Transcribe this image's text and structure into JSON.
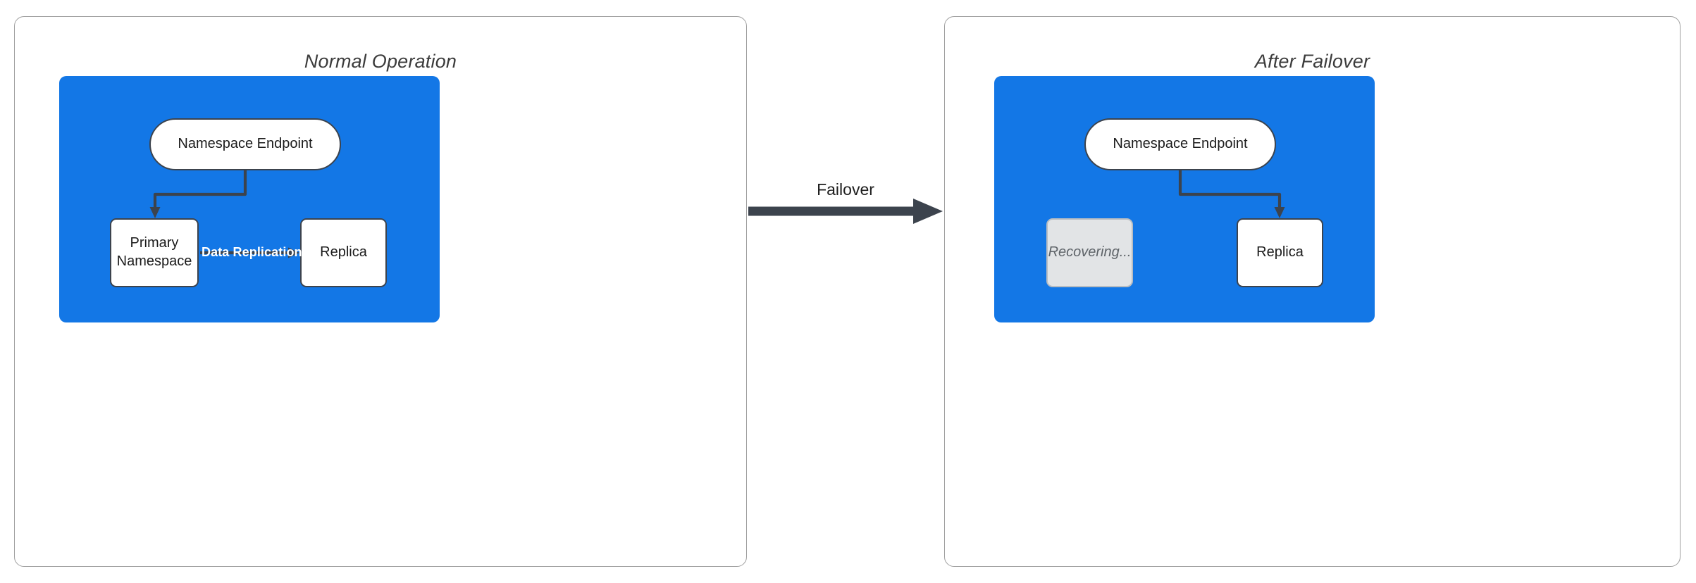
{
  "diagram": {
    "title_hidden": "",
    "background_color": "#ffffff",
    "accent_blue": "#1377e6",
    "line_color": "#3c434d",
    "muted_fill": "#e2e4e6"
  },
  "panels": [
    {
      "id": "normal-operation",
      "title": "Normal Operation",
      "nodes": [
        {
          "id": "endpoint",
          "label": "Namespace Endpoint",
          "shape": "pill",
          "state": "active"
        },
        {
          "id": "primary",
          "label": "Primary\nNamespace",
          "label_line1": "Primary",
          "label_line2": "Namespace",
          "shape": "rect",
          "state": "active"
        },
        {
          "id": "replica",
          "label": "Replica",
          "shape": "rect",
          "state": "active"
        }
      ],
      "edges": [
        {
          "from": "endpoint",
          "to": "primary",
          "label": "",
          "style": "elbow-arrow"
        },
        {
          "from": "primary",
          "to": "replica",
          "label": "Data Replication",
          "style": "straight-arrow"
        }
      ]
    },
    {
      "id": "after-failover",
      "title": "After Failover",
      "nodes": [
        {
          "id": "endpoint",
          "label": "Namespace Endpoint",
          "shape": "pill",
          "state": "active"
        },
        {
          "id": "recovering",
          "label": "Recovering...",
          "shape": "rect",
          "state": "disabled"
        },
        {
          "id": "replica",
          "label": "Replica",
          "shape": "rect",
          "state": "active"
        }
      ],
      "edges": [
        {
          "from": "endpoint",
          "to": "replica",
          "label": "",
          "style": "elbow-arrow"
        }
      ]
    }
  ],
  "transition": {
    "label": "Failover",
    "direction": "left-to-right",
    "icon": "arrow-right-icon"
  }
}
